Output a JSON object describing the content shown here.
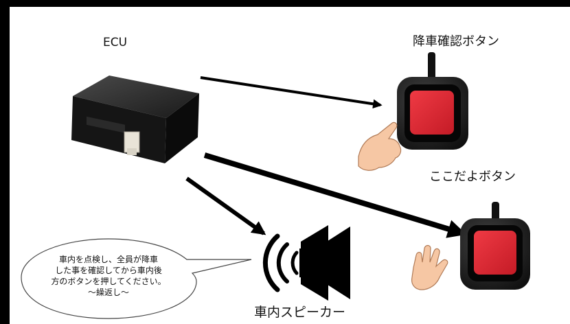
{
  "labels": {
    "ecu": "ECU",
    "confirm_button": "降車確認ボタン",
    "here_button": "ここだよボタン",
    "speaker": "車内スピーカー"
  },
  "announcement": {
    "lines": [
      "車内を点検し、全員が降車",
      "した事を確認してから車内後",
      "方のボタンを押してください。",
      "～繰返し～"
    ]
  },
  "colors": {
    "button_red": "#d8232f",
    "button_body": "#1a1a1a",
    "ecu_body": "#141414",
    "skin": "#f6c7a4",
    "arrow": "#000000"
  },
  "icons": [
    "ecu-device-icon",
    "push-button-icon",
    "pointing-hand-icon",
    "open-hand-icon",
    "speaker-icon",
    "sound-waves-icon"
  ]
}
